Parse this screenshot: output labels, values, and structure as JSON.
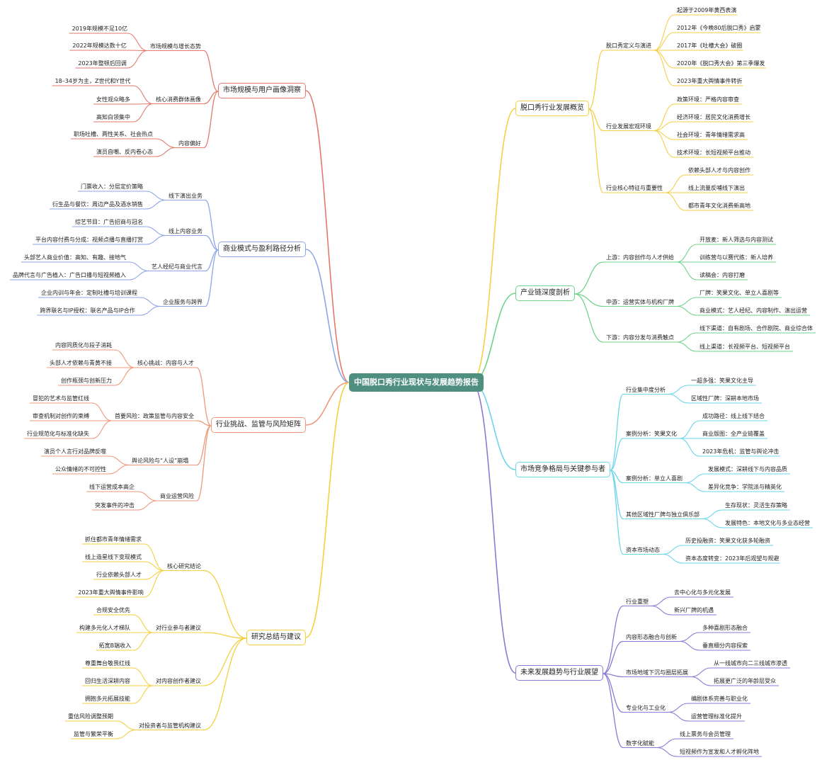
{
  "root": "中国脱口秀行业现状与发展趋势报告",
  "left": [
    {
      "label": "市场规模与用户画像洞察",
      "color": "#e27b6c",
      "children": [
        {
          "label": "市场规模与增长态势",
          "children": [
            "2019年规模不足10亿",
            "2022年规模达数十亿",
            "2023年整顿后回调"
          ]
        },
        {
          "label": "核心消费群体画像",
          "children": [
            "18–34岁为主，Z世代和Y世代",
            "女性观众略多",
            "高知白领集中"
          ]
        },
        {
          "label": "内容偏好",
          "children": [
            "职场吐槽、两性关系、社会热点",
            "演员自嘲、反内卷心态"
          ]
        }
      ]
    },
    {
      "label": "商业模式与盈利路径分析",
      "color": "#8ea6e8",
      "children": [
        {
          "label": "线下演出业务",
          "children": [
            "门票收入：分层定价策略",
            "衍生品与餐饮：周边产品及酒水销售"
          ]
        },
        {
          "label": "线上内容业务",
          "children": [
            "综艺节目：广告招商与冠名",
            "平台内容付费与分成：视频点播与直播打赏"
          ]
        },
        {
          "label": "艺人经纪与商业代言",
          "children": [
            "头部艺人商业价值：高知、有趣、接地气",
            "品牌代言与广告植入：广告口播与短视频植入"
          ]
        },
        {
          "label": "企业服务与跨界",
          "children": [
            "企业内训与年会：定制吐槽与培训课程",
            "跨界联名与IP授权：联名产品与IP合作"
          ]
        }
      ]
    },
    {
      "label": "行业挑战、监管与风险矩阵",
      "color": "#f0987a",
      "children": [
        {
          "label": "核心挑战：内容与人才",
          "children": [
            "内容同质化与段子消耗",
            "头部人才依赖与青黄不接",
            "创作瓶颈与创新压力"
          ]
        },
        {
          "label": "首要风险：政策监管与内容安全",
          "children": [
            "冒犯的艺术与监管红线",
            "审查机制对创作的束缚",
            "行业规范化与标准化缺失"
          ]
        },
        {
          "label": "舆论风险与“人设”崩塌",
          "children": [
            "演员个人言行对品牌反噬",
            "公众情绪的不可控性"
          ]
        },
        {
          "label": "商业运营风险",
          "children": [
            "线下运营成本高企",
            "突发事件的冲击"
          ]
        }
      ]
    },
    {
      "label": "研究总结与建议",
      "color": "#f4d03f",
      "children": [
        {
          "label": "核心研究结论",
          "children": [
            "抓住都市青年情绪需求",
            "线上造星线下变现模式",
            "行业依赖头部人才",
            "2023年重大舆情事件影响"
          ]
        },
        {
          "label": "对行业参与者建议",
          "children": [
            "合规安全优先",
            "构建多元化人才梯队",
            "拓宽B端收入"
          ]
        },
        {
          "label": "对内容创作者建议",
          "children": [
            "尊重舞台敬畏红线",
            "回归生活深耕内容",
            "拥抱多元拓展技能"
          ]
        },
        {
          "label": "对投资者与监管机构建议",
          "children": [
            "重估风险调整预期",
            "监管与繁荣平衡"
          ]
        }
      ]
    }
  ],
  "right": [
    {
      "label": "脱口秀行业发展概览",
      "color": "#f4cf47",
      "children": [
        {
          "label": "脱口秀定义与演进",
          "children": [
            "起源于2009年黄西表演",
            "2012年《今晚80后脱口秀》启蒙",
            "2017年《吐槽大会》破圈",
            "2020年《脱口秀大会》第三季爆发",
            "2023年重大舆情事件转折"
          ]
        },
        {
          "label": "行业发展宏观环境",
          "children": [
            "政策环境：严格内容审查",
            "经济环境：居民文化消费增长",
            "社会环境：青年情绪需求高",
            "技术环境：长短视频平台推动"
          ]
        },
        {
          "label": "行业核心特征与重要性",
          "children": [
            "依赖头部人才与内容创作",
            "线上流量反哺线下演出",
            "都市青年文化消费新高地"
          ]
        }
      ]
    },
    {
      "label": "产业链深度剖析",
      "color": "#6fd48a",
      "children": [
        {
          "label": "上游：内容创作与人才供给",
          "children": [
            "开放麦：新人筛选与内容测试",
            "训练营与以赛代练：新人培养",
            "读稿会：内容打磨"
          ]
        },
        {
          "label": "中游：运营实体与机构厂牌",
          "children": [
            "厂牌：笑果文化、单立人喜剧等",
            "商业模式：艺人经纪、内容制作、演出运营"
          ]
        },
        {
          "label": "下游：内容分发与消费触点",
          "children": [
            "线下渠道：自有剧场、合作剧院、商业综合体",
            "线上渠道：长视频平台、短视频平台"
          ]
        }
      ]
    },
    {
      "label": "市场竞争格局与关键参与者",
      "color": "#6dd6e8",
      "children": [
        {
          "label": "行业集中度分析",
          "children": [
            "一超多强：笑果文化主导",
            "区域性厂牌：深耕本地市场"
          ]
        },
        {
          "label": "案例分析：笑果文化",
          "children": [
            "成功路径：线上线下结合",
            "商业版图：全产业链覆盖",
            "2023年危机：监管与舆论冲击"
          ]
        },
        {
          "label": "案例分析：单立人喜剧",
          "children": [
            "发展模式：深耕线下与内容品质",
            "差异化竞争：学院派与精英化"
          ]
        },
        {
          "label": "其他区域性厂牌与独立俱乐部",
          "children": [
            "生存现状：灵活生存策略",
            "发展特色：本地文化与多业态经营"
          ]
        },
        {
          "label": "资本市场动态",
          "children": [
            "历史投融资：笑果文化获多轮融资",
            "资本态度转变：2023年后观望与规避"
          ]
        }
      ]
    },
    {
      "label": "未来发展趋势与行业展望",
      "color": "#8a7ad6",
      "children": [
        {
          "label": "行业重塑",
          "children": [
            "去中心化与多元化发展",
            "新兴厂牌的机遇"
          ]
        },
        {
          "label": "内容形态融合与创新",
          "children": [
            "多种喜剧形态融合",
            "垂直细分内容探索"
          ]
        },
        {
          "label": "市场地域下沉与圈层拓展",
          "children": [
            "从一线城市向二三线城市渗透",
            "拓展更广泛的年龄层受众"
          ]
        },
        {
          "label": "专业化与工业化",
          "children": [
            "编剧体系完善与职业化",
            "运营管理标准化提升"
          ]
        },
        {
          "label": "数字化赋能",
          "children": [
            "线上票务与会员管理",
            "短视频作为宣发和人才孵化阵地"
          ]
        }
      ]
    }
  ]
}
